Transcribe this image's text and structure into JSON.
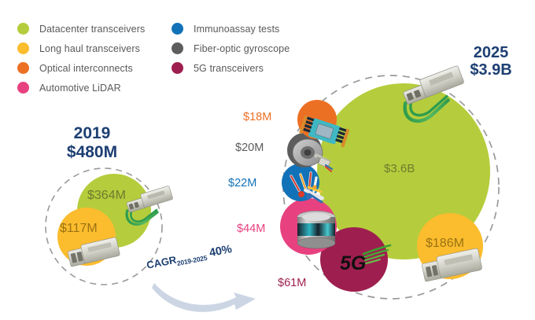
{
  "legend": {
    "left_column": [
      {
        "label": "Datacenter transceivers",
        "color": "#b5cd3c",
        "icon": "legend-dot-datacenter"
      },
      {
        "label": "Long haul transceivers",
        "color": "#fbbc2e",
        "icon": "legend-dot-longhaul"
      },
      {
        "label": "Optical interconnects",
        "color": "#ec7024",
        "icon": "legend-dot-interconnect"
      },
      {
        "label": "Automotive LiDAR",
        "color": "#e8417f",
        "icon": "legend-dot-lidar"
      }
    ],
    "right_column": [
      {
        "label": "Immunoassay tests",
        "color": "#1272b8",
        "icon": "legend-dot-immunoassay"
      },
      {
        "label": "Fiber-optic gyroscope",
        "color": "#5d5d5d",
        "icon": "legend-dot-gyroscope"
      },
      {
        "label": "5G transceivers",
        "color": "#9e1f4f",
        "icon": "legend-dot-5g"
      }
    ]
  },
  "year_2019": {
    "year": "2019",
    "total": "$480M"
  },
  "year_2025": {
    "year": "2025",
    "total": "$3.9B"
  },
  "cagr": {
    "prefix": "CAGR",
    "range": "2019-2025",
    "value": "40%"
  },
  "chart_data": {
    "type": "bubble",
    "title": "Silicon photonics market by application, 2019 vs 2025",
    "value_unit": "USD",
    "groups": [
      {
        "name": "2019",
        "total_label": "$480M",
        "total_value": 480,
        "bubbles": [
          {
            "category": "Datacenter transceivers",
            "label": "$364M",
            "value": 364,
            "color": "#b5cd3c",
            "label_color": "#6f7a2e",
            "label_inside": true,
            "icon": "qsfp-transceiver"
          },
          {
            "category": "Long haul transceivers",
            "label": "$117M",
            "value": 117,
            "color": "#fbbc2e",
            "label_color": "#9a7312",
            "label_inside": true,
            "icon": "xfp-transceiver"
          }
        ]
      },
      {
        "name": "2025",
        "total_label": "$3.9B",
        "total_value": 3900,
        "bubbles": [
          {
            "category": "Datacenter transceivers",
            "label": "$3.6B",
            "value": 3600,
            "color": "#b5cd3c",
            "label_color": "#6f7a2e",
            "label_inside": true,
            "icon": "qsfp-transceiver"
          },
          {
            "category": "Long haul transceivers",
            "label": "$186M",
            "value": 186,
            "color": "#fbbc2e",
            "label_color": "#9a7312",
            "label_inside": true,
            "icon": "xfp-transceiver"
          },
          {
            "category": "5G transceivers",
            "label": "$61M",
            "value": 61,
            "color": "#9e1f4f",
            "label_color": "#9e1f4f",
            "label_inside": false,
            "icon": "5g-logo"
          },
          {
            "category": "Automotive LiDAR",
            "label": "$44M",
            "value": 44,
            "color": "#e8417f",
            "label_color": "#e8417f",
            "label_inside": false,
            "icon": "lidar-sensor"
          },
          {
            "category": "Immunoassay tests",
            "label": "$22M",
            "value": 22,
            "color": "#1272b8",
            "label_color": "#1272b8",
            "label_inside": false,
            "icon": "immunoassay-vial"
          },
          {
            "category": "Fiber-optic gyroscope",
            "label": "$20M",
            "value": 20,
            "color": "#5d5d5d",
            "label_color": "#5d5d5d",
            "label_inside": false,
            "icon": "gyroscope-coil"
          },
          {
            "category": "Optical interconnects",
            "label": "$18M",
            "value": 18,
            "color": "#ec7024",
            "label_color": "#ec7024",
            "label_inside": false,
            "icon": "interconnect-chip"
          }
        ]
      }
    ],
    "annotation": {
      "text": "CAGR 2019-2025 40%",
      "value": 40,
      "unit": "%"
    }
  },
  "values": {
    "v3600": "$3.6B",
    "v364": "$364M",
    "v117": "$117M",
    "v186": "$186M",
    "v61": "$61M",
    "v44": "$44M",
    "v22": "$22M",
    "v20": "$20M",
    "v18": "$18M"
  }
}
